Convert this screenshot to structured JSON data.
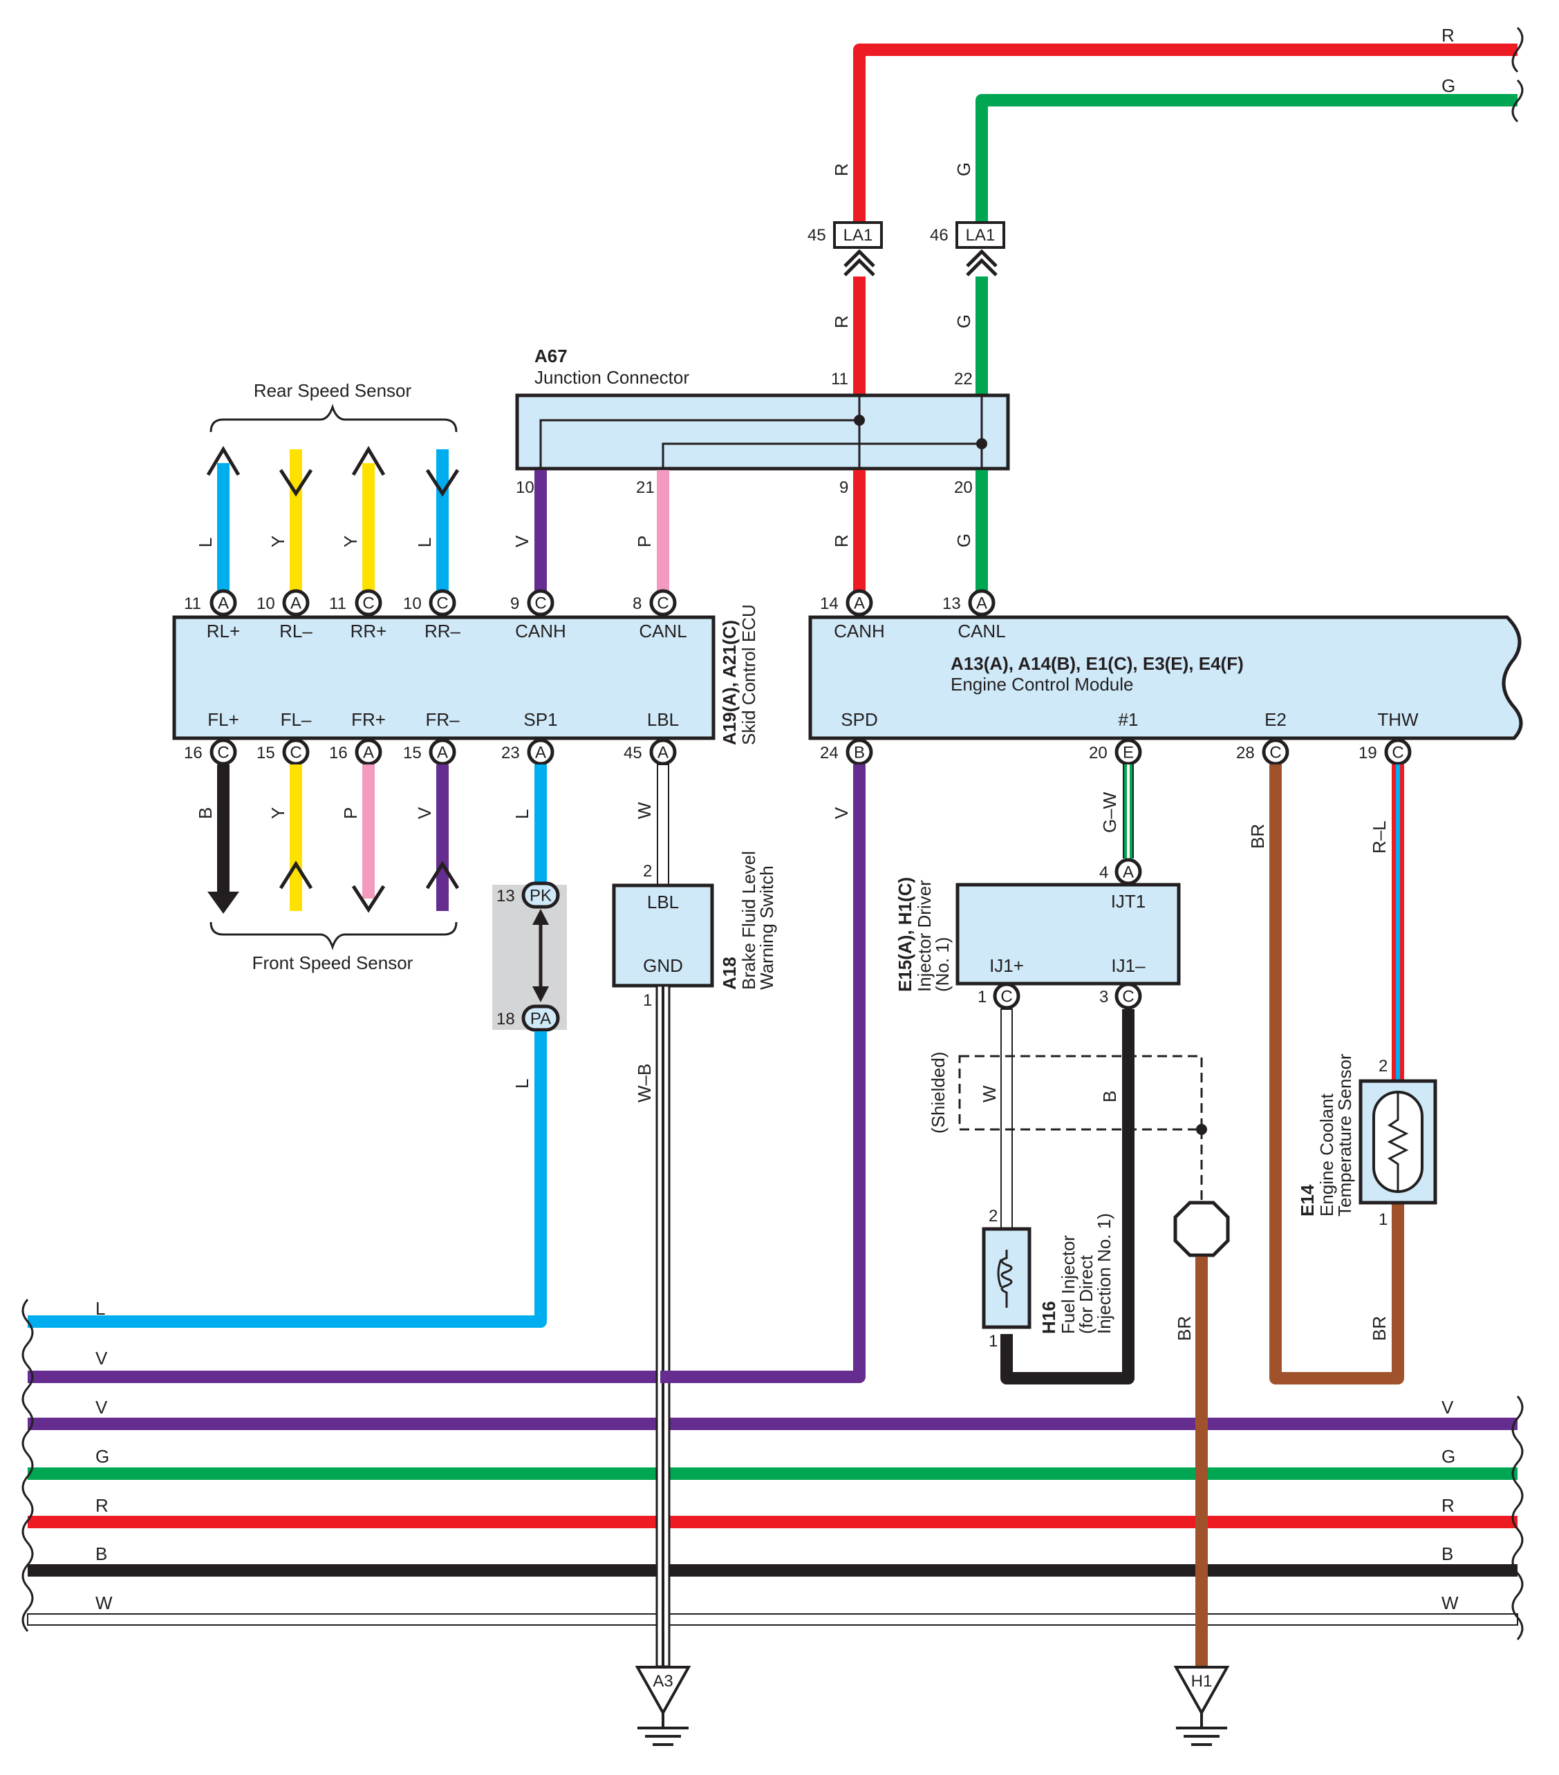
{
  "colors": {
    "R": "#ed1c24",
    "G": "#00a651",
    "L": "#00aeef",
    "Y": "#ffe100",
    "V": "#662d91",
    "P": "#f49ac1",
    "B": "#231f20",
    "BR": "#a0522d",
    "W": "#ffffff",
    "box_fill": "#cfe9f8"
  },
  "top_wires": [
    "R",
    "G"
  ],
  "bottom_bus": [
    {
      "left": "L"
    },
    {
      "left": "V"
    },
    {
      "left": "V",
      "right": "V"
    },
    {
      "left": "G",
      "right": "G"
    },
    {
      "left": "R",
      "right": "R"
    },
    {
      "left": "B",
      "right": "B"
    },
    {
      "left": "W",
      "right": "W"
    }
  ],
  "la1": [
    {
      "pin": "45",
      "name": "LA1",
      "wire_upper": "R",
      "wire_lower": "R"
    },
    {
      "pin": "46",
      "name": "LA1",
      "wire_upper": "G",
      "wire_lower": "G"
    }
  ],
  "a67": {
    "code": "A67",
    "title": "Junction Connector",
    "pins_top": [
      "11",
      "22"
    ],
    "pins_bottom": [
      "10",
      "21",
      "9",
      "20"
    ],
    "wires_bottom": [
      "V",
      "P",
      "R",
      "G"
    ]
  },
  "rear_speed_sensor": {
    "label": "Rear Speed Sensor",
    "wires": [
      "L",
      "Y",
      "Y",
      "L"
    ]
  },
  "front_speed_sensor": {
    "label": "Front Speed Sensor",
    "wires": [
      "B",
      "Y",
      "P",
      "V"
    ]
  },
  "skid_ecu": {
    "code": "A19(A), A21(C)",
    "title": "Skid Control ECU",
    "top_pins": [
      {
        "num": "11",
        "conn": "A",
        "term": "RL+"
      },
      {
        "num": "10",
        "conn": "A",
        "term": "RL–"
      },
      {
        "num": "11",
        "conn": "C",
        "term": "RR+"
      },
      {
        "num": "10",
        "conn": "C",
        "term": "RR–"
      },
      {
        "num": "9",
        "conn": "C",
        "term": "CANH"
      },
      {
        "num": "8",
        "conn": "C",
        "term": "CANL"
      }
    ],
    "bottom_pins": [
      {
        "num": "16",
        "conn": "C",
        "term": "FL+"
      },
      {
        "num": "15",
        "conn": "C",
        "term": "FL–"
      },
      {
        "num": "16",
        "conn": "A",
        "term": "FR+"
      },
      {
        "num": "15",
        "conn": "A",
        "term": "FR–"
      },
      {
        "num": "23",
        "conn": "A",
        "term": "SP1"
      },
      {
        "num": "45",
        "conn": "A",
        "term": "LBL"
      }
    ]
  },
  "ecm": {
    "code": "A13(A), A14(B), E1(C), E3(E), E4(F)",
    "title": "Engine Control Module",
    "top_pins": [
      {
        "num": "14",
        "conn": "A",
        "term": "CANH"
      },
      {
        "num": "13",
        "conn": "A",
        "term": "CANL"
      }
    ],
    "bottom_pins": [
      {
        "num": "24",
        "conn": "B",
        "term": "SPD"
      },
      {
        "num": "20",
        "conn": "E",
        "term": "#1"
      },
      {
        "num": "28",
        "conn": "C",
        "term": "E2"
      },
      {
        "num": "19",
        "conn": "C",
        "term": "THW"
      }
    ]
  },
  "junction_pk_pa": {
    "pin_top": "13",
    "name_top": "PK",
    "pin_bottom": "18",
    "name_bottom": "PA",
    "wire_upper": "L",
    "wire_lower": "L"
  },
  "a18": {
    "code": "A18",
    "title_line1": "Brake Fluid Level",
    "title_line2": "Warning Switch",
    "term_top": "LBL",
    "term_bottom": "GND",
    "pin_top": "2",
    "pin_bottom": "1",
    "wire_upper": "W",
    "wire_lower": "W–B"
  },
  "injector_driver": {
    "code": "E15(A), H1(C)",
    "title_line1": "Injector Driver",
    "title_line2": "(No. 1)",
    "term_top": "IJT1",
    "pin_top_num": "4",
    "pin_top_conn": "A",
    "term_left": "IJ1+",
    "term_right": "IJ1–",
    "pin_left_num": "1",
    "pin_left_conn": "C",
    "pin_right_num": "3",
    "pin_right_conn": "C",
    "wire_in": "G–W",
    "wire_left": "W",
    "wire_right": "B",
    "shield_label": "(Shielded)"
  },
  "fuel_injector": {
    "code": "H16",
    "title_line1": "Fuel Injector",
    "title_line2": "(for Direct",
    "title_line3": "Injection No. 1)",
    "pin_top": "2",
    "pin_bottom": "1"
  },
  "coolant_sensor": {
    "code": "E14",
    "title_line1": "Engine Coolant",
    "title_line2": "Temperature Sensor",
    "pin_top": "2",
    "pin_bottom": "1",
    "wire_upper": "R–L",
    "wire_lower": "BR"
  },
  "e2_wire": "BR",
  "spd_wire": "V",
  "shield_wire": "BR",
  "grounds": [
    "A3",
    "H1"
  ]
}
